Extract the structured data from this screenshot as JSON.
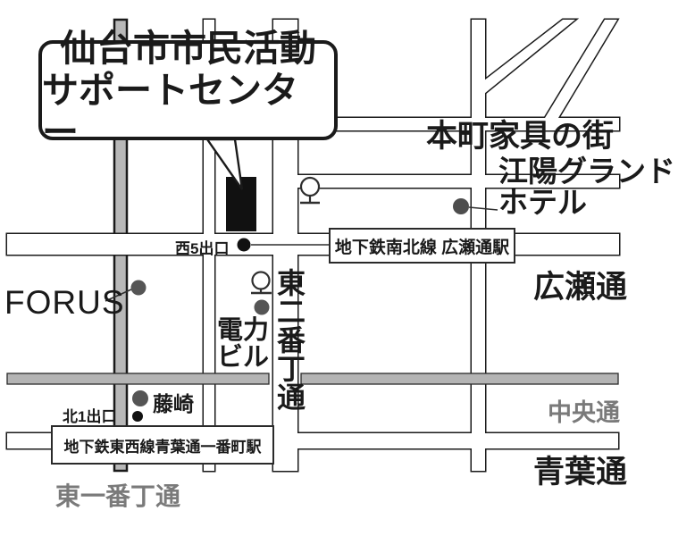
{
  "map": {
    "callout": {
      "line1": "仙台市市民活動",
      "line2": "サポートセンター"
    },
    "landmarks": {
      "honmachi": "本町家具の街",
      "koyo_line1": "江陽グランド",
      "koyo_line2": "ホテル",
      "forus": "FORUS",
      "denryoku_line1": "電力",
      "denryoku_line2": "ビル",
      "fujisaki": "藤崎"
    },
    "stations": {
      "hirosedori": "地下鉄南北線 広瀬通駅",
      "aobadori": "地下鉄東西線青葉通一番町駅"
    },
    "exits": {
      "nishi5": "西5出口",
      "kita1": "北1出口"
    },
    "streets": {
      "hirose": "広瀬通",
      "chuo": "中央通",
      "aoba": "青葉通",
      "higashi_nibancho": "東二番丁通",
      "higashi_ichibancho": "東一番丁通"
    },
    "colors": {
      "street_gray": "#b8b8b8",
      "gray_text": "#7a7a7a",
      "outline_black": "#1a1a1a",
      "dot_gray": "#555555",
      "building_black": "#111111"
    }
  }
}
